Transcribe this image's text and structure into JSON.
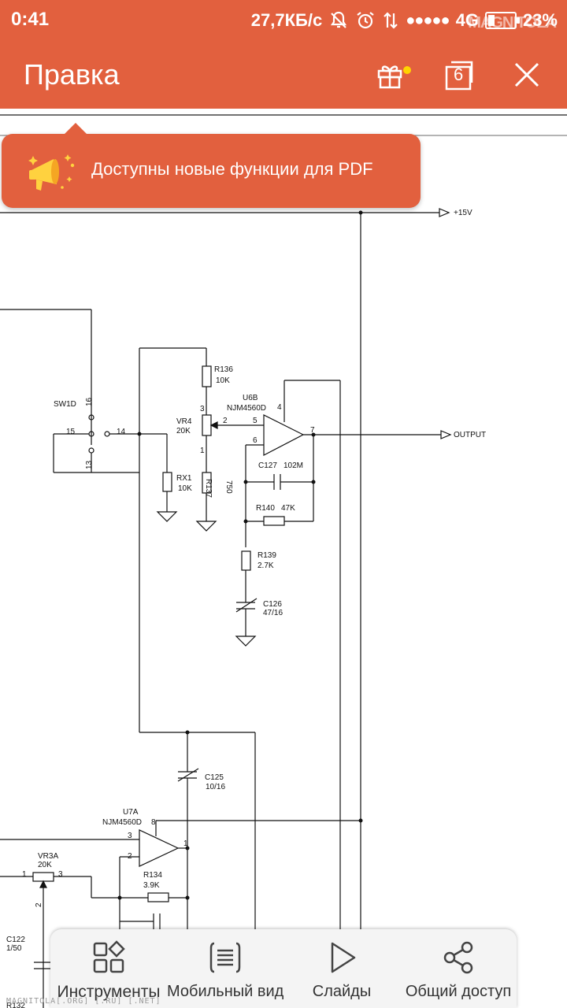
{
  "status_bar": {
    "time": "0:41",
    "net_speed": "27,7КБ/с",
    "network": "4G",
    "battery": "23%",
    "battery_level": 0.23,
    "icons": [
      "mute-icon",
      "alarm-icon",
      "data-transfer-icon",
      "signal-icon",
      "battery-icon"
    ]
  },
  "watermark_top": "MAGNITOLA",
  "app_bar": {
    "title": "Правка",
    "tab_count": "6",
    "icons": [
      "gift-icon",
      "tabs-icon",
      "close-icon"
    ]
  },
  "banner": {
    "text": "Доступны новые функции для PDF",
    "icon": "megaphone-icon"
  },
  "schematic": {
    "labels": {
      "plus15v": "+15V",
      "output": "OUTPUT",
      "sw1d": "SW1D",
      "pin16": "16",
      "pin15": "15",
      "pin14": "14",
      "pin13": "13",
      "r136": "R136",
      "r136v": "10K",
      "vr4": "VR4",
      "vr4v": "20K",
      "vr4p3": "3",
      "vr4p2": "2",
      "vr4p1": "1",
      "u6b": "U6B",
      "u6bpart": "NJM4560D",
      "u6p4": "4",
      "u6p5": "5",
      "u6p6": "6",
      "u6p7": "7",
      "rx1": "RX1",
      "rx1v": "10K",
      "r137": "R137",
      "r137v": "750",
      "c127": "C127",
      "c127v": "102M",
      "r140": "R140",
      "r140v": "47K",
      "r139": "R139",
      "r139v": "2.7K",
      "c126": "C126",
      "c126v": "47/16",
      "c125": "C125",
      "c125v": "10/16",
      "u7a": "U7A",
      "u7apart": "NJM4560D",
      "u7p8": "8",
      "u7p3": "3",
      "u7p2": "2",
      "u7p1": "1",
      "vr3a": "VR3A",
      "vr3av": "20K",
      "vr3p1": "1",
      "vr3p3": "3",
      "vr3p2": "2",
      "r134": "R134",
      "r134v": "3.9K",
      "c122": "C122",
      "c122v": "1/50",
      "r132": "R132"
    }
  },
  "toolbar": {
    "items": [
      {
        "label": "Инструменты",
        "icon": "tools-grid-icon"
      },
      {
        "label": "Мобильный вид",
        "icon": "mobile-view-icon"
      },
      {
        "label": "Слайды",
        "icon": "play-icon"
      },
      {
        "label": "Общий доступ",
        "icon": "share-icon"
      }
    ]
  },
  "watermark_bottom": "MAGNITOLA[.ORG] [.RU] [.NET]"
}
